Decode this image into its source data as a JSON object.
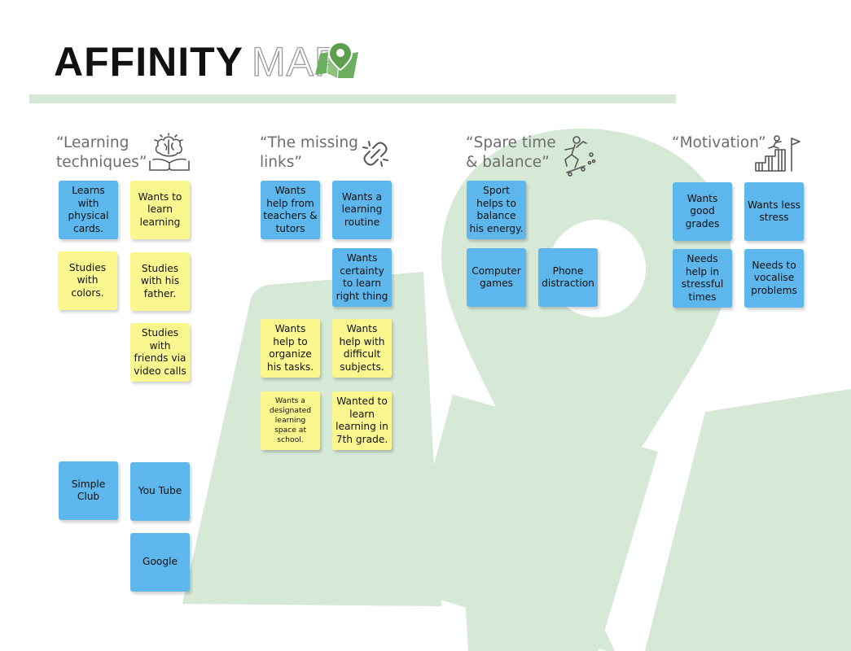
{
  "title": {
    "word1": "AFFINITY",
    "word2": "MAP",
    "icon": "map-pin-icon"
  },
  "colors": {
    "note_blue": "#5db6ec",
    "note_yellow": "#fbf78f",
    "background_shape": "#d6e8d6",
    "accent_green": "#6cae5f"
  },
  "columns": [
    {
      "title": "“Learning\ntechniques”",
      "icon": "brain-book-icon"
    },
    {
      "title": "“The missing\nlinks”",
      "icon": "broken-chain-icon"
    },
    {
      "title": "“Spare time\n& balance”",
      "icon": "skateboarder-icon"
    },
    {
      "title": "“Motivation”",
      "icon": "climbing-stairs-flag-icon"
    }
  ],
  "notes": {
    "c1": [
      "Learns with physical cards.",
      "Wants to learn learning",
      "Studies with colors.",
      "Studies with his father.",
      "Studies with friends via video calls",
      "Simple Club",
      "You Tube",
      "Google"
    ],
    "c2": [
      "Wants help from teachers & tutors",
      "Wants a learning routine",
      "Wants certainty to learn right thing",
      "Wants help to organize his tasks.",
      "Wants help with difficult subjects.",
      "Wants a designated learning space at school.",
      "Wanted to learn learning in 7th grade."
    ],
    "c3": [
      "Sport helps to balance his energy.",
      "Computer games",
      "Phone distraction"
    ],
    "c4": [
      "Wants good grades",
      "Wants less stress",
      "Needs help in stressful times",
      "Needs to vocalise problems"
    ]
  }
}
